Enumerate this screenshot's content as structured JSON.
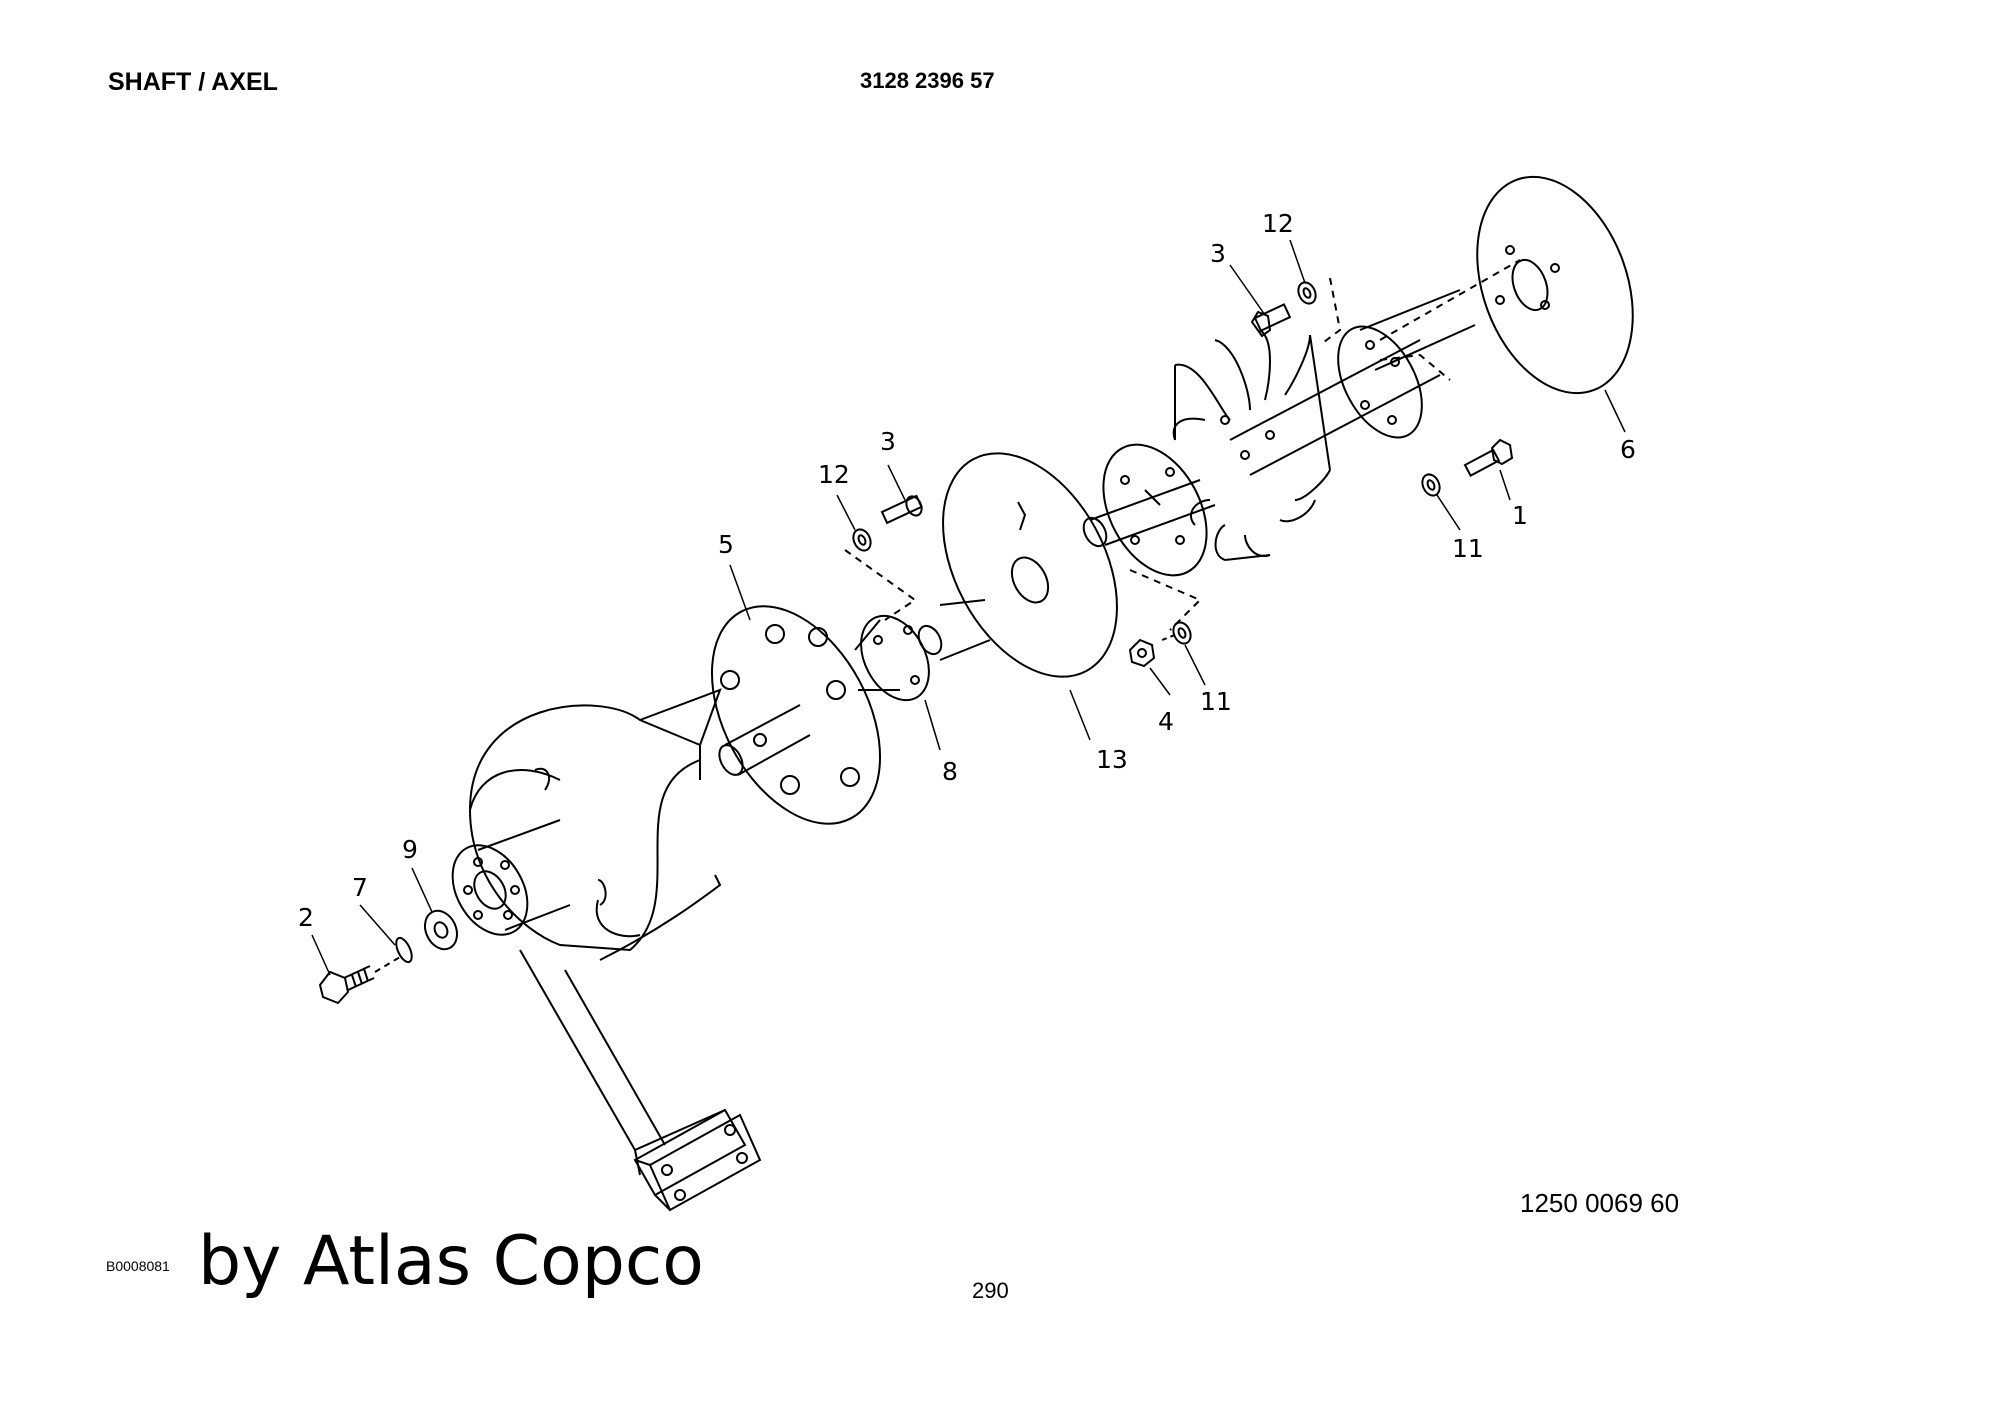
{
  "header": {
    "title": "SHAFT / AXEL",
    "document_number": "3128 2396 57"
  },
  "diagram": {
    "callouts": {
      "c1": "1",
      "c2": "2",
      "c3a": "3",
      "c3b": "3",
      "c4": "4",
      "c5": "5",
      "c6": "6",
      "c7": "7",
      "c8": "8",
      "c9": "9",
      "c11a": "11",
      "c11b": "11",
      "c12a": "12",
      "c12b": "12",
      "c13": "13"
    }
  },
  "footer": {
    "part_number": "1250 0069 60",
    "image_id": "B0008081",
    "watermark": "by Atlas Copco",
    "page_number": "290"
  }
}
